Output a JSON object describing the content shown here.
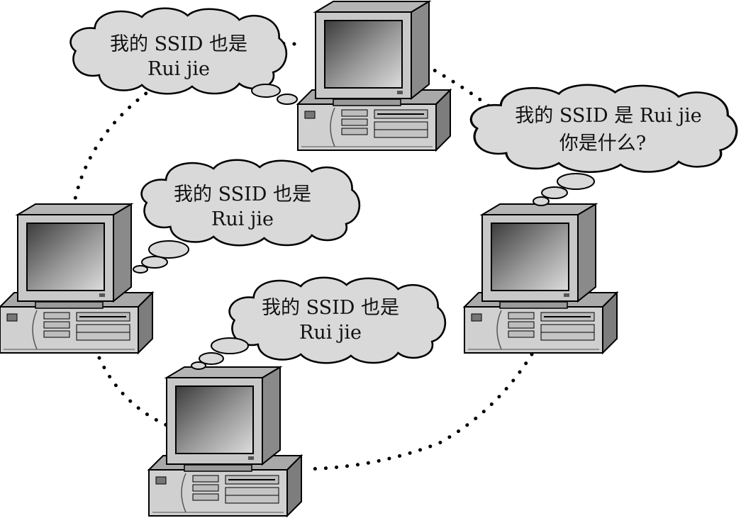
{
  "bubbles": [
    {
      "line1": "我的 SSID 也是",
      "line2": "Rui jie"
    },
    {
      "line1": "我的 SSID 是 Rui jie",
      "line2": "你是什么?"
    },
    {
      "line1": "我的 SSID 也是",
      "line2": "Rui jie"
    },
    {
      "line1": "我的 SSID 也是",
      "line2": "Rui jie"
    }
  ],
  "colors": {
    "bubble_fill": "#d9d9d9",
    "outline": "#000000",
    "monitor_face": "#c8c8c8",
    "monitor_side": "#8a8a8a",
    "screen_dark": "#4a4a4a",
    "screen_light": "#d4d4d4",
    "case_front": "#d0d0d0",
    "case_top": "#a9a9a9",
    "case_side": "#7d7d7d",
    "link_dots": "#000000"
  },
  "icons": [
    "desktop-computer-icon",
    "thought-bubble-icon"
  ]
}
